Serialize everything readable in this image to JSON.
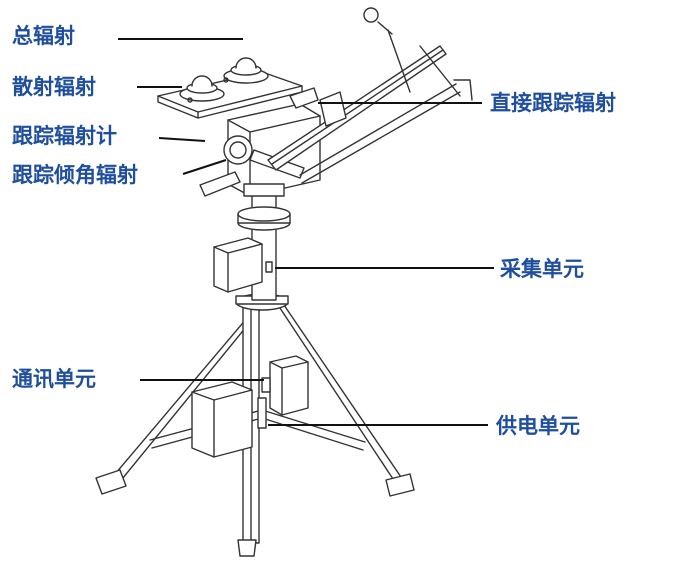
{
  "theme": {
    "label_color": "#1f4e9c",
    "line_color": "#111111",
    "drawing_color": "#333333"
  },
  "labels": {
    "total": "总辐射",
    "diffuse": "散射辐射",
    "tracker_meter": "跟踪辐射计",
    "tilt": "跟踪倾角辐射",
    "direct": "直接跟踪辐射",
    "acquisition": "采集单元",
    "communication": "通讯单元",
    "power": "供电单元"
  }
}
